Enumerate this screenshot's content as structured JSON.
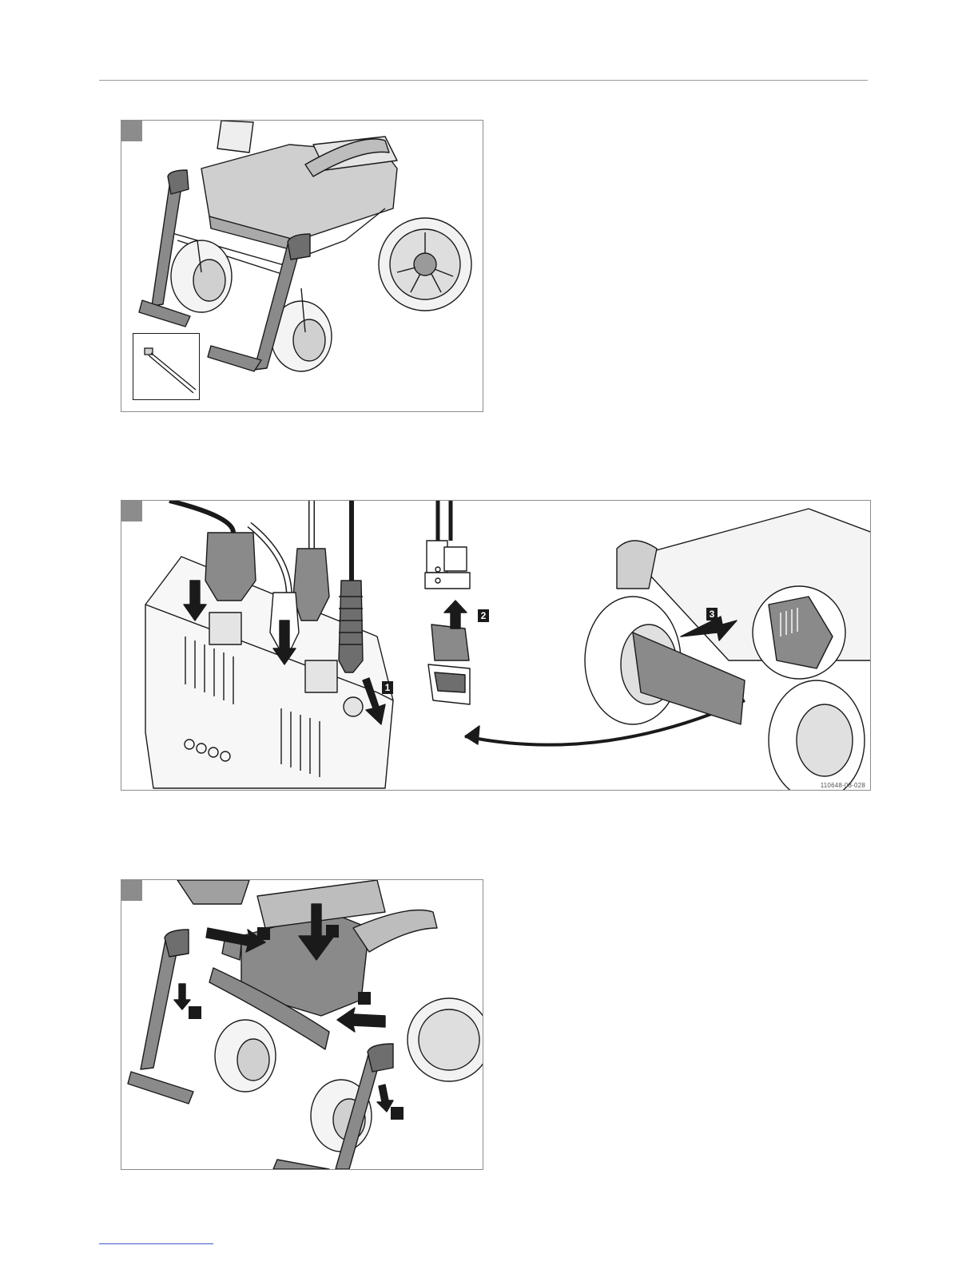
{
  "figures": [
    {
      "id": "fig-1",
      "tag": ""
    },
    {
      "id": "fig-2",
      "tag": "",
      "code": "110648-03-028",
      "steps": [
        "1",
        "2",
        "3"
      ]
    },
    {
      "id": "fig-3",
      "tag": ""
    }
  ],
  "colors": {
    "frame": "#8c8c8c",
    "line": "#1a1a1a",
    "shade": "#8a8a8a",
    "light": "#d8d8d8"
  }
}
